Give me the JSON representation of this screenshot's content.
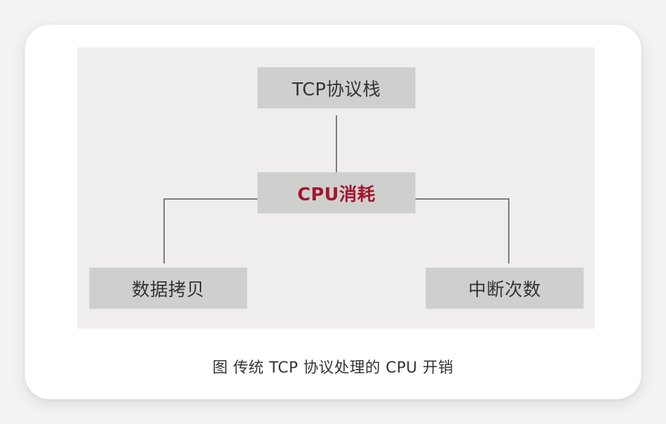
{
  "diagram": {
    "top_node": "TCP协议栈",
    "center_node": "CPU消耗",
    "left_node": "数据拷贝",
    "right_node": "中断次数",
    "center_color": "#a3162d",
    "box_color": "#cfd0ce",
    "panel_color": "#efeeec",
    "line_color": "#555555"
  },
  "caption": "图 传统 TCP 协议处理的 CPU 开销"
}
